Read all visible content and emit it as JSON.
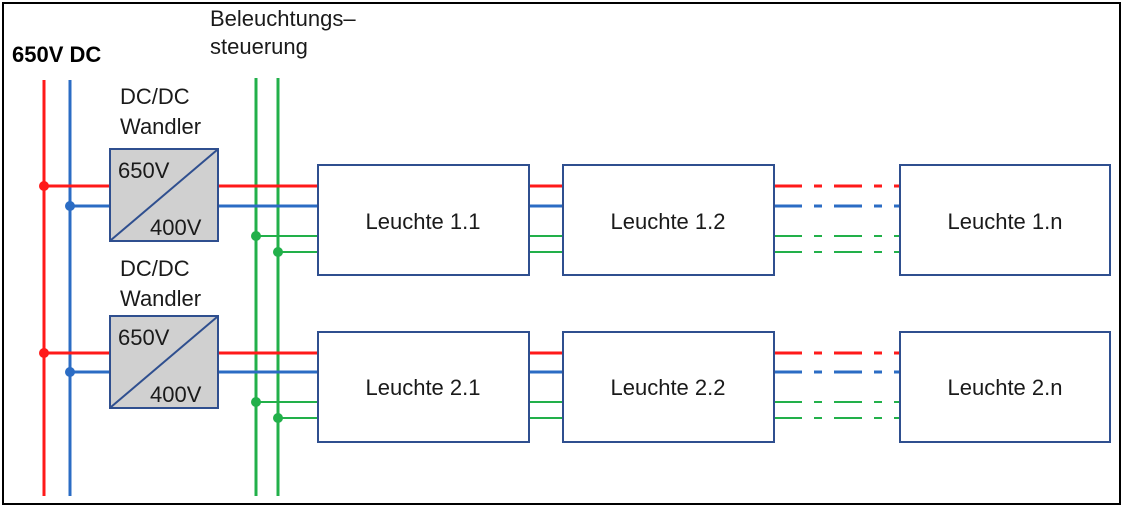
{
  "supply_label": "650V DC",
  "control_label": [
    "Beleuchtungs–",
    "steuerung"
  ],
  "converters": [
    {
      "title": [
        "DC/DC",
        "Wandler"
      ],
      "input": "650V",
      "output": "400V"
    },
    {
      "title": [
        "DC/DC",
        "Wandler"
      ],
      "input": "650V",
      "output": "400V"
    }
  ],
  "rows": [
    {
      "luminaires": [
        "Leuchte 1.1",
        "Leuchte 1.2",
        "Leuchte 1.n"
      ]
    },
    {
      "luminaires": [
        "Leuchte 2.1",
        "Leuchte 2.2",
        "Leuchte 2.n"
      ]
    }
  ],
  "colors": {
    "plus_line": "#ff1a1a",
    "minus_line": "#2b6cc4",
    "control_line": "#22b04a",
    "box_border": "#2f4f8f",
    "converter_fill": "#d0d0d0",
    "frame": "#000000"
  }
}
